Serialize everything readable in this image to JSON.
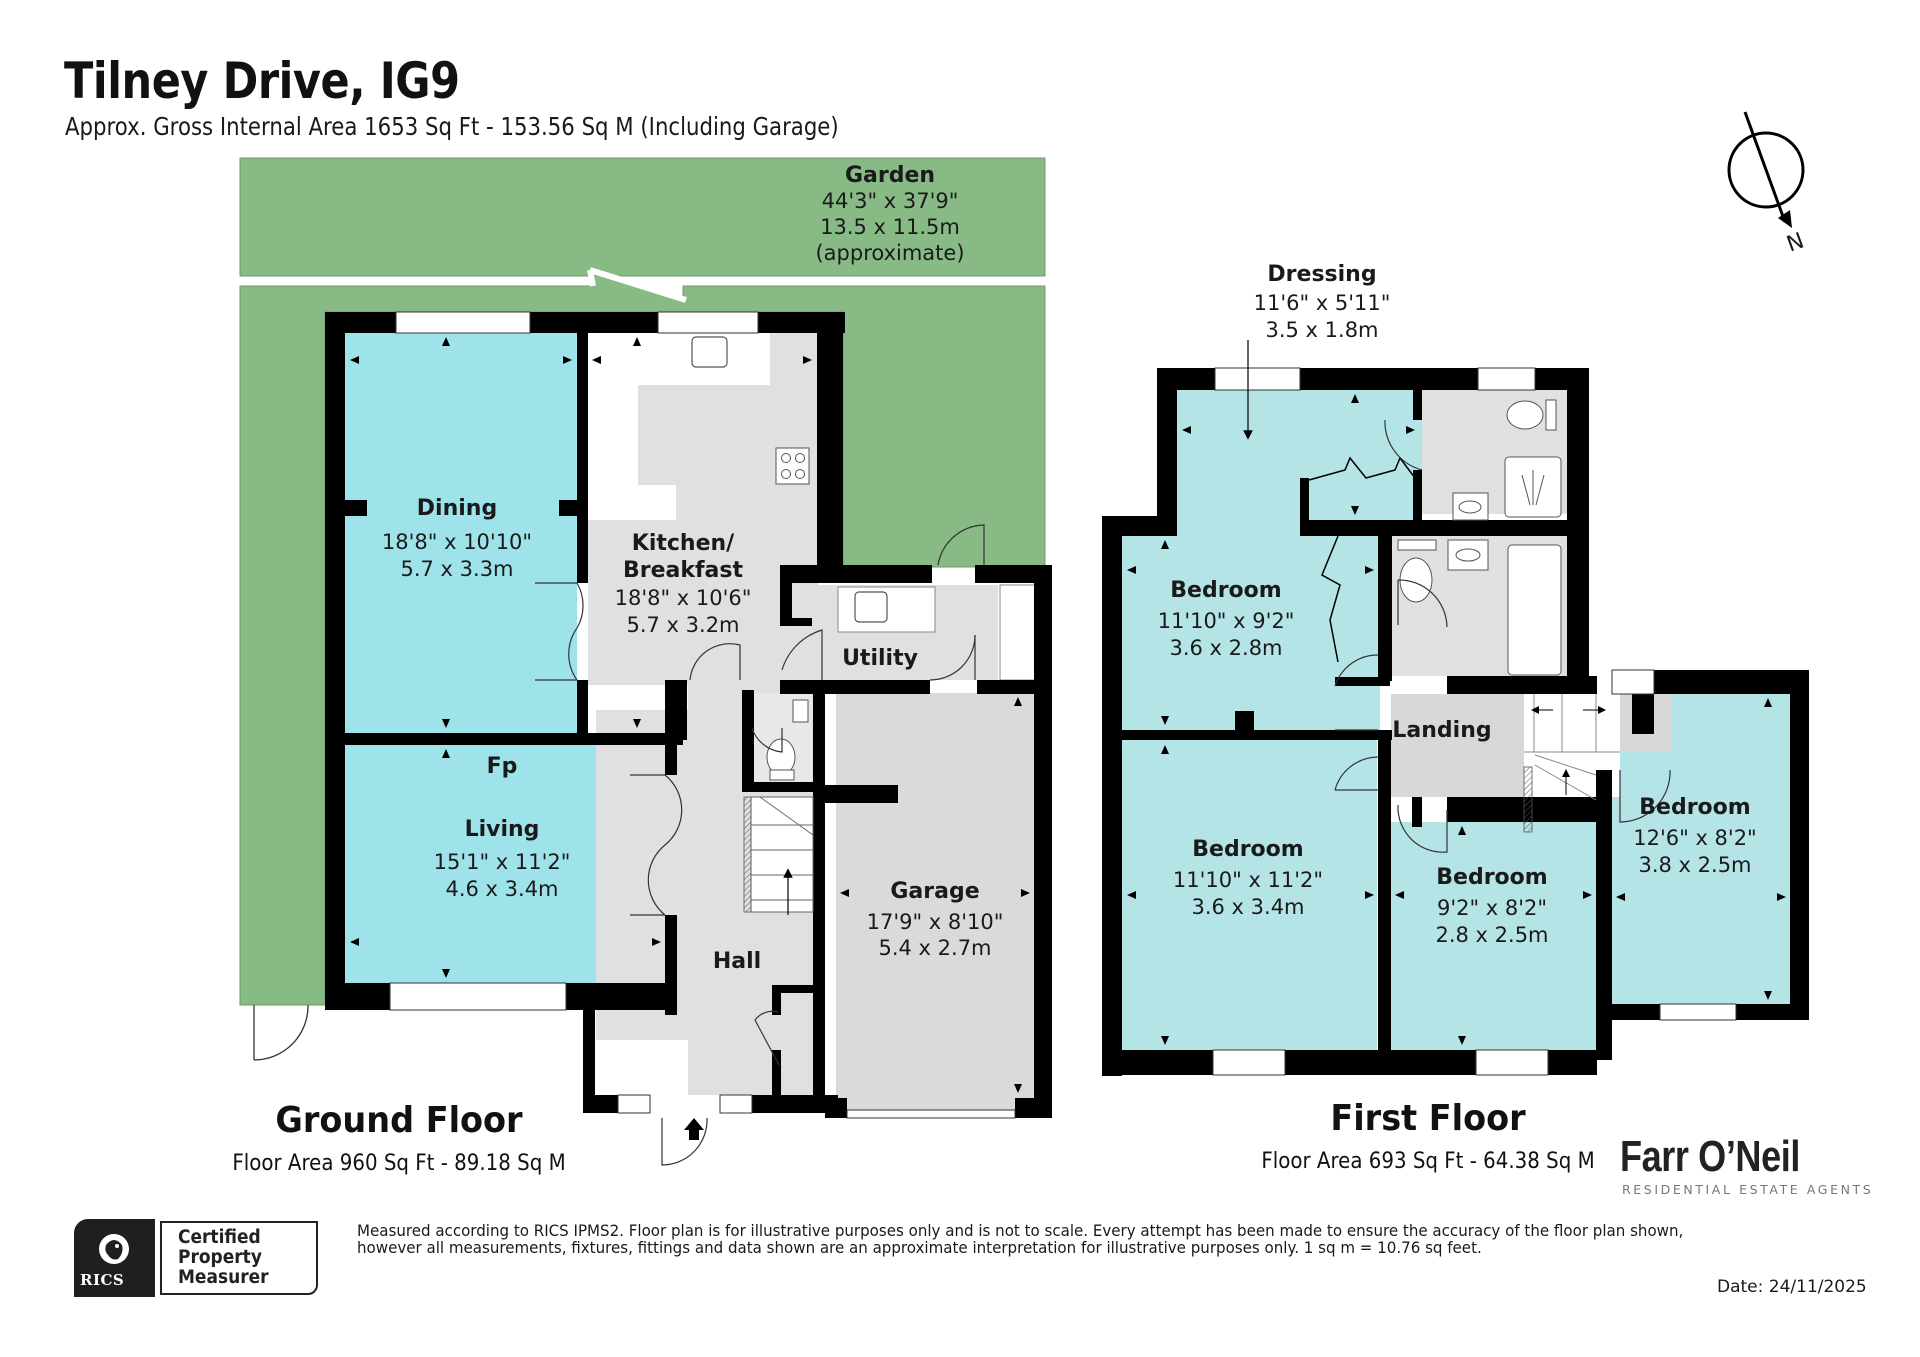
{
  "header": {
    "title": "Tilney Drive, IG9",
    "subtitle": "Approx. Gross Internal Area 1653 Sq Ft - 153.56 Sq M (Including Garage)"
  },
  "colors": {
    "garden": "#88ba86",
    "living_rooms": "#9ee3ea",
    "bedrooms": "#b4e4e6",
    "service_rooms": "#dcdcdc",
    "walls": "#000000"
  },
  "garden": {
    "name": "Garden",
    "dim_imperial": "44'3\" x 37'9\"",
    "dim_metric": "13.5 x 11.5m",
    "note": "(approximate)"
  },
  "compass": {
    "label": "N"
  },
  "ground_floor": {
    "title": "Ground Floor",
    "area": "Floor Area 960 Sq Ft - 89.18 Sq M",
    "rooms": [
      {
        "name": "Dining",
        "dim_imperial": "18'8\" x 10'10\"",
        "dim_metric": "5.7 x 3.3m"
      },
      {
        "name": "Kitchen/",
        "name2": "Breakfast",
        "dim_imperial": "18'8\" x 10'6\"",
        "dim_metric": "5.7 x 3.2m"
      },
      {
        "name": "Utility"
      },
      {
        "name": "Living",
        "label_fp": "Fp",
        "dim_imperial": "15'1\" x 11'2\"",
        "dim_metric": "4.6 x 3.4m"
      },
      {
        "name": "Garage",
        "dim_imperial": "17'9\" x 8'10\"",
        "dim_metric": "5.4 x 2.7m"
      },
      {
        "name": "Hall"
      }
    ]
  },
  "first_floor": {
    "title": "First Floor",
    "area": "Floor Area 693 Sq Ft - 64.38 Sq M",
    "rooms": [
      {
        "name": "Dressing",
        "dim_imperial": "11'6\" x 5'11\"",
        "dim_metric": "3.5 x 1.8m"
      },
      {
        "name": "Bedroom",
        "dim_imperial": "11'10\" x 9'2\"",
        "dim_metric": "3.6 x 2.8m"
      },
      {
        "name": "Landing"
      },
      {
        "name": "Bedroom",
        "dim_imperial": "11'10\" x 11'2\"",
        "dim_metric": "3.6 x 3.4m"
      },
      {
        "name": "Bedroom",
        "dim_imperial": "9'2\" x 8'2\"",
        "dim_metric": "2.8 x 2.5m"
      },
      {
        "name": "Bedroom",
        "dim_imperial": "12'6\" x 8'2\"",
        "dim_metric": "3.8 x 2.5m"
      }
    ]
  },
  "brand": {
    "name": "Farr O’Neil",
    "tagline": "RESIDENTIAL ESTATE AGENTS"
  },
  "certification": {
    "org": "RICS",
    "line1": "Certified",
    "line2": "Property",
    "line3": "Measurer"
  },
  "disclaimer": {
    "line1": "Measured according to RICS IPMS2. Floor plan is for illustrative purposes only and is not to scale. Every attempt has been made to ensure the accuracy of the floor plan shown,",
    "line2": "however all measurements, fixtures, fittings and data shown are an approximate interpretation for illustrative purposes only. 1 sq m = 10.76 sq feet."
  },
  "date": "Date: 24/11/2025"
}
